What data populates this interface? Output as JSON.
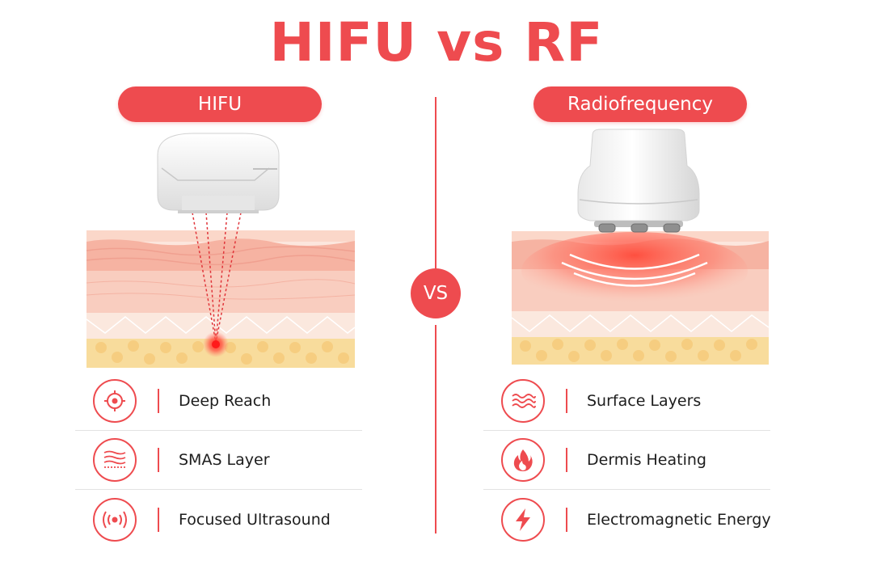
{
  "title": "HIFU vs RF",
  "left": {
    "pill_label": "HIFU",
    "features": [
      {
        "icon": "target-icon",
        "label": "Deep Reach"
      },
      {
        "icon": "layers-waves-icon",
        "label": "SMAS Layer"
      },
      {
        "icon": "broadcast-icon",
        "label": "Focused Ultrasound"
      }
    ]
  },
  "right": {
    "pill_label": "Radiofrequency",
    "features": [
      {
        "icon": "wave-lines-icon",
        "label": "Surface Layers"
      },
      {
        "icon": "flame-icon",
        "label": "Dermis Heating"
      },
      {
        "icon": "lightning-icon",
        "label": "Electromagnetic Energy"
      }
    ]
  },
  "vs_label": "VS",
  "colors": {
    "accent": "#ee4b4f",
    "skin_top": "#f7b9a6",
    "fat": "#f8dc9c"
  }
}
